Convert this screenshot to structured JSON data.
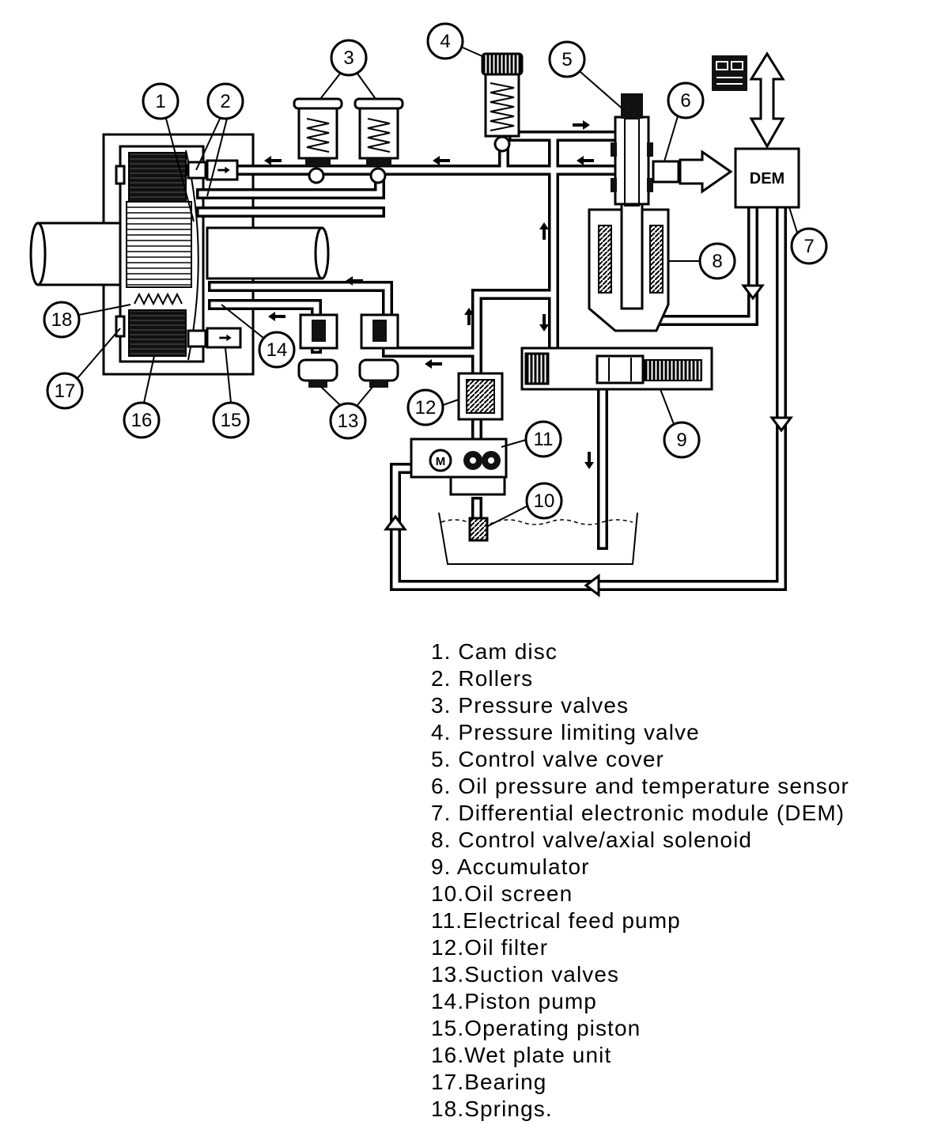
{
  "colors": {
    "ink": "#000000",
    "background": "#ffffff"
  },
  "diagram": {
    "callouts": [
      "1",
      "2",
      "3",
      "4",
      "5",
      "6",
      "7",
      "8",
      "9",
      "10",
      "11",
      "12",
      "13",
      "14",
      "15",
      "16",
      "17",
      "18"
    ],
    "dem_label": "DEM",
    "pump_motor_label": "M"
  },
  "legend": {
    "items": [
      "1. Cam disc",
      "2. Rollers",
      "3. Pressure valves",
      "4. Pressure limiting valve",
      "5. Control valve cover",
      "6. Oil pressure and temperature sensor",
      "7. Differential electronic module (DEM)",
      "8. Control valve/axial solenoid",
      "9. Accumulator",
      "10.Oil screen",
      "11.Electrical feed pump",
      "12.Oil filter",
      "13.Suction valves",
      "14.Piston pump",
      "15.Operating piston",
      "16.Wet plate unit",
      "17.Bearing",
      "18.Springs."
    ]
  }
}
